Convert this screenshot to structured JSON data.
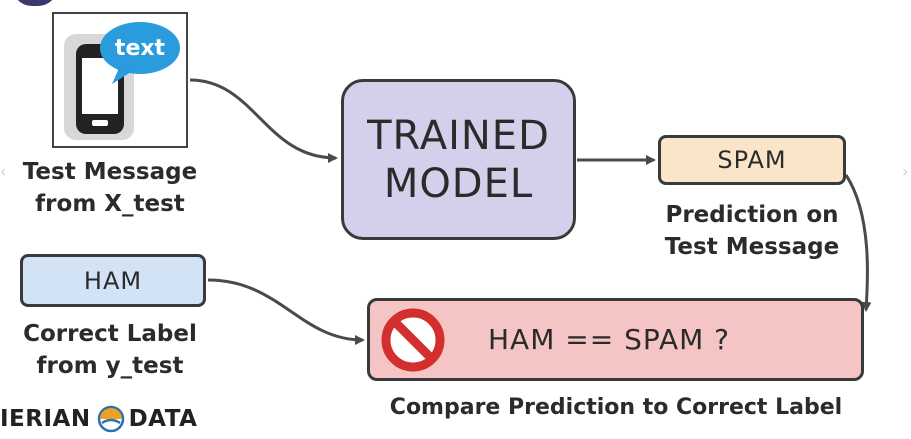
{
  "model_box": {
    "line1": "TRAINED",
    "line2": "MODEL"
  },
  "prediction_box": {
    "label": "SPAM"
  },
  "correct_label_box": {
    "label": "HAM"
  },
  "compare_box": {
    "expression": "HAM == SPAM ?"
  },
  "phone_icon": {
    "bubble_text": "text"
  },
  "captions": {
    "test_message": {
      "line1": "Test Message",
      "line2": "from X_test"
    },
    "prediction": {
      "line1": "Prediction on",
      "line2": "Test Message"
    },
    "correct_label": {
      "line1": "Correct Label",
      "line2": "from y_test"
    },
    "compare": "Compare Prediction to Correct Label"
  },
  "logo": {
    "left_text": "IERIAN",
    "right_text": "DATA"
  },
  "colors": {
    "model_fill": "#d3d0ec",
    "prediction_fill": "#fbe5c8",
    "label_fill": "#d2e3f5",
    "compare_fill": "#f5c5c5",
    "no_sign": "#d32f2f",
    "bubble": "#2a9bdc",
    "outline": "#3a3a3a"
  }
}
